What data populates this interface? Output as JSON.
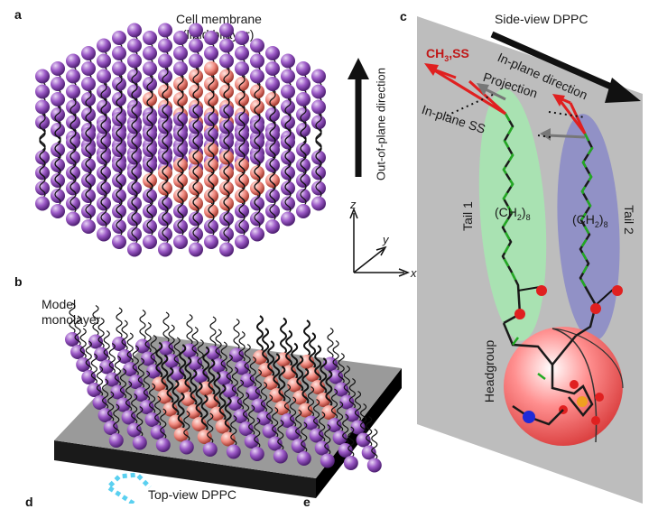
{
  "panels": {
    "a": {
      "letter": "a",
      "title_line1": "Cell membrane",
      "title_line2": "(lipid bilayer)",
      "arrow_label": "Out-of-plane direction",
      "axes": {
        "z": "z",
        "y": "y",
        "x": "x"
      }
    },
    "b": {
      "letter": "b",
      "title_line1": "Model",
      "title_line2": "monolayer"
    },
    "c": {
      "letter": "c",
      "title": "Side-view DPPC",
      "inplane_label": "In-plane direction",
      "ch3_label": "CH",
      "ch3_sub": "3",
      "ss_label": ",SS",
      "projection_label": "Projection",
      "inplane_ss_label": "In-plane SS",
      "tail1": "Tail 1",
      "tail2": "Tail 2",
      "ch2_left": "(CH",
      "ch2_sub": "2",
      "ch2_close": ")",
      "ch2_count": "8",
      "headgroup": "Headgroup"
    },
    "d": {
      "letter": "d",
      "title": "Top-view DPPC"
    },
    "e": {
      "letter": "e"
    }
  },
  "colors": {
    "lipid_head": "#9b59c6",
    "raft_head": "#f08a80",
    "tail": "#111111",
    "green_tail": "#22aa22",
    "sheet": "#b5b5b5",
    "red": "#e02020",
    "tail1_fill": "#a6e6b0",
    "tail2_fill": "#8a8ac8",
    "blue_atom": "#1f2ad8",
    "orange_atom": "#f0a020",
    "dashed_cyan": "#5ad0f0"
  }
}
